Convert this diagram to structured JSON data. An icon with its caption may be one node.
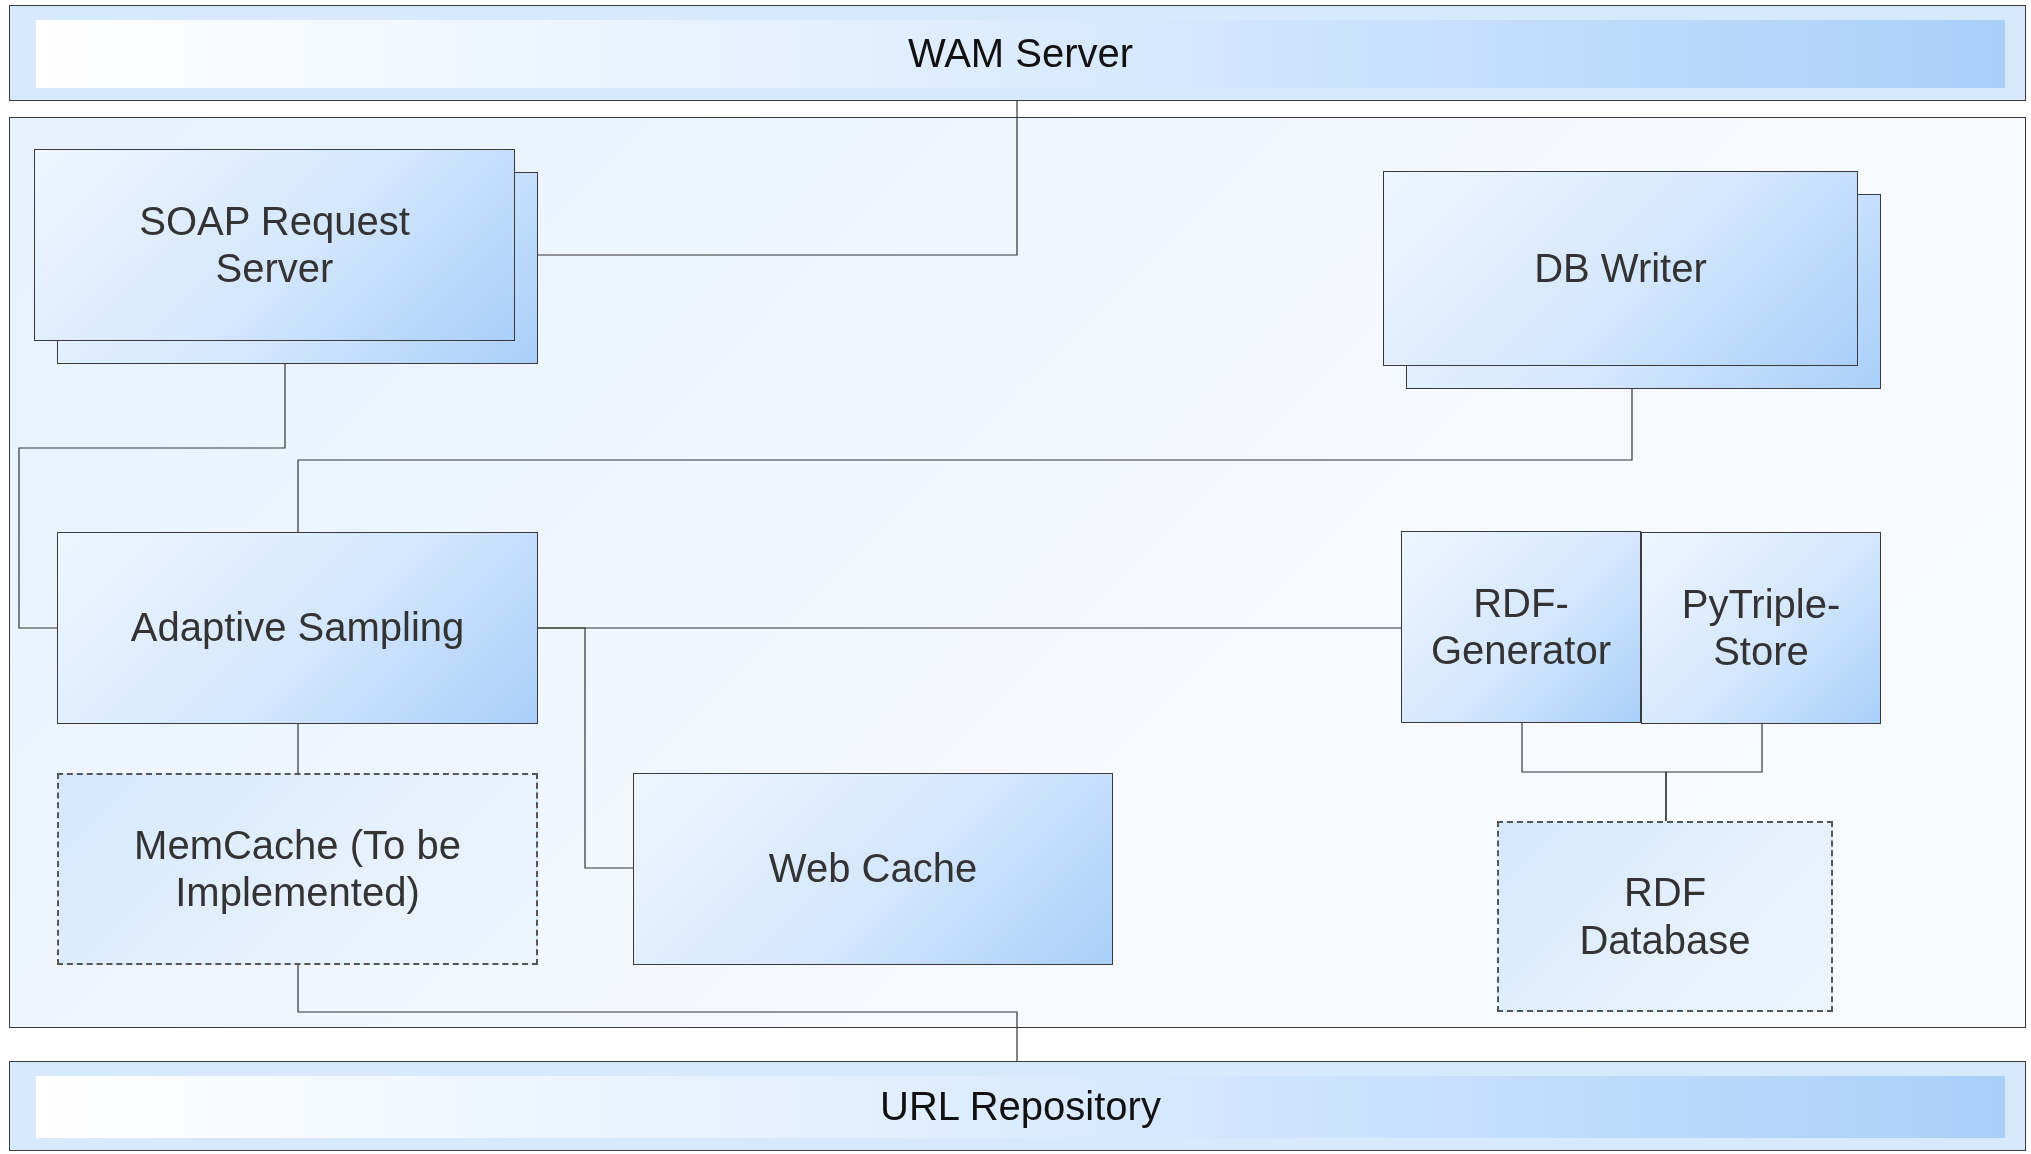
{
  "diagram": {
    "nodes": [
      {
        "text": [
          "WAM Server"
        ]
      },
      {
        "text": [],
        "shape": "box"
      },
      {
        "text": [
          "SOAP Request Server"
        ],
        "in": 1
      },
      {
        "text": [
          "DB Writer"
        ],
        "in": 1
      },
      {
        "text": [
          "Adaptive Sampling"
        ],
        "in": 1
      },
      {
        "text": [
          "RDF-Generator"
        ],
        "in": 1
      },
      {
        "text": [
          "PyTriple-Store"
        ],
        "in": 1
      },
      {
        "text": [
          "MemCache (To be Implemented)"
        ],
        "in": 1
      },
      {
        "text": [
          "Web Cache"
        ],
        "in": 1
      },
      {
        "text": [
          "RDF Database"
        ],
        "in": 1
      },
      {
        "text": [
          "URL Repository"
        ]
      }
    ],
    "edges": [
      {
        "from": 0,
        "to": 2,
        "arrow": "none"
      },
      {
        "from": 2,
        "to": 4,
        "arrow": "none"
      },
      {
        "from": 3,
        "to": 4,
        "arrow": "none"
      },
      {
        "from": 4,
        "to": 5,
        "arrow": "none"
      },
      {
        "from": 4,
        "to": 8,
        "arrow": "none"
      },
      {
        "from": 4,
        "to": 7,
        "arrow": "none"
      },
      {
        "from": 7,
        "to": 10,
        "arrow": "none"
      },
      {
        "from": 5,
        "to": 9,
        "arrow": "none"
      },
      {
        "from": 6,
        "to": 9,
        "arrow": "none"
      }
    ]
  }
}
